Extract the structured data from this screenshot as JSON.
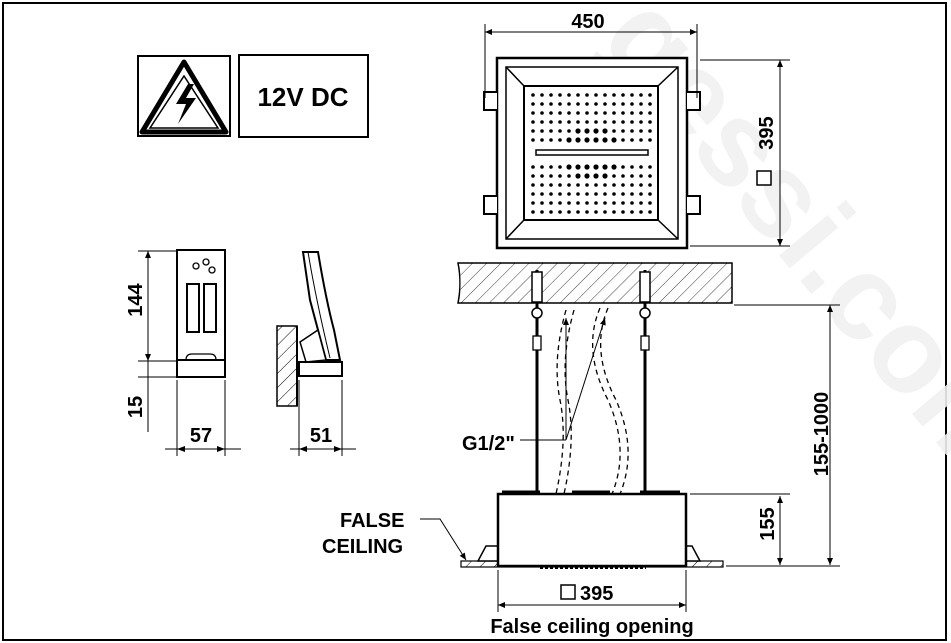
{
  "watermark": "gessi.com",
  "voltage_label": "12V DC",
  "dims": {
    "top_width": "450",
    "top_height": "395",
    "box_144": "144",
    "box_15": "15",
    "box_57": "57",
    "bracket_51": "51",
    "drop_range": "155-1000",
    "body_height": "155",
    "opening_size": "395"
  },
  "labels": {
    "thread": "G1/2\"",
    "false_ceiling_1": "FALSE",
    "false_ceiling_2": "CEILING",
    "opening": "False ceiling opening"
  },
  "icons": [
    "high-voltage-warning-icon",
    "square-symbol-icon"
  ]
}
